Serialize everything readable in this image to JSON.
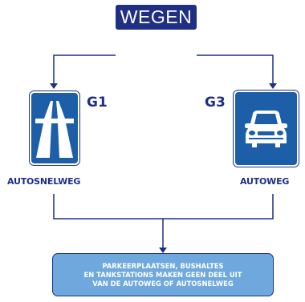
{
  "header": {
    "title": "WEGEN"
  },
  "signs": [
    {
      "code": "G1",
      "label": "AUTOSNELWEG",
      "icon": "motorway-sign-icon"
    },
    {
      "code": "G3",
      "label": "AUTOWEG",
      "icon": "expressway-car-sign-icon"
    }
  ],
  "note": {
    "lines": [
      "PARKEERPLAATSEN, BUSHALTES",
      "EN TANKSTATIONS MAKEN GEEN DEEL UIT",
      "VAN DE AUTOWEG OF AUTOSNELWEG"
    ]
  },
  "colors": {
    "navy": "#1e2f84",
    "sign_blue": "#1d5ea9",
    "note_fill": "#6ea8dc"
  }
}
